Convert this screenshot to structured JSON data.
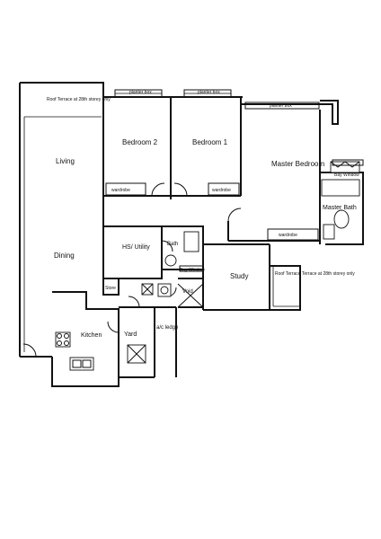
{
  "labels": {
    "roof_terrace_left": "Roof Terrace at 28th storey only",
    "planter_box_1": "planter box",
    "planter_box_2": "planter box",
    "planter_box_3": "planter box",
    "living": "Living",
    "dining": "Dining",
    "bedroom2": "Bedroom 2",
    "bedroom1": "Bedroom 1",
    "master_bedroom": "Master Bedroom",
    "wardrobe_b2": "wardrobe",
    "wardrobe_b1": "wardrobe",
    "wardrobe_master": "wardrobe",
    "bay_window_master": "Bay Window",
    "master_bath": "Master Bath",
    "hs_utility": "HS/ Utility",
    "bath": "Bath",
    "bay_window_study": "Bay Window",
    "study": "Study",
    "roof_terrace_right": "Roof Terrace Terrace at 28th storey only",
    "store": "Store",
    "void": "Void",
    "kitchen": "Kitchen",
    "yard": "Yard",
    "ac_ledge": "a/c ledge"
  }
}
